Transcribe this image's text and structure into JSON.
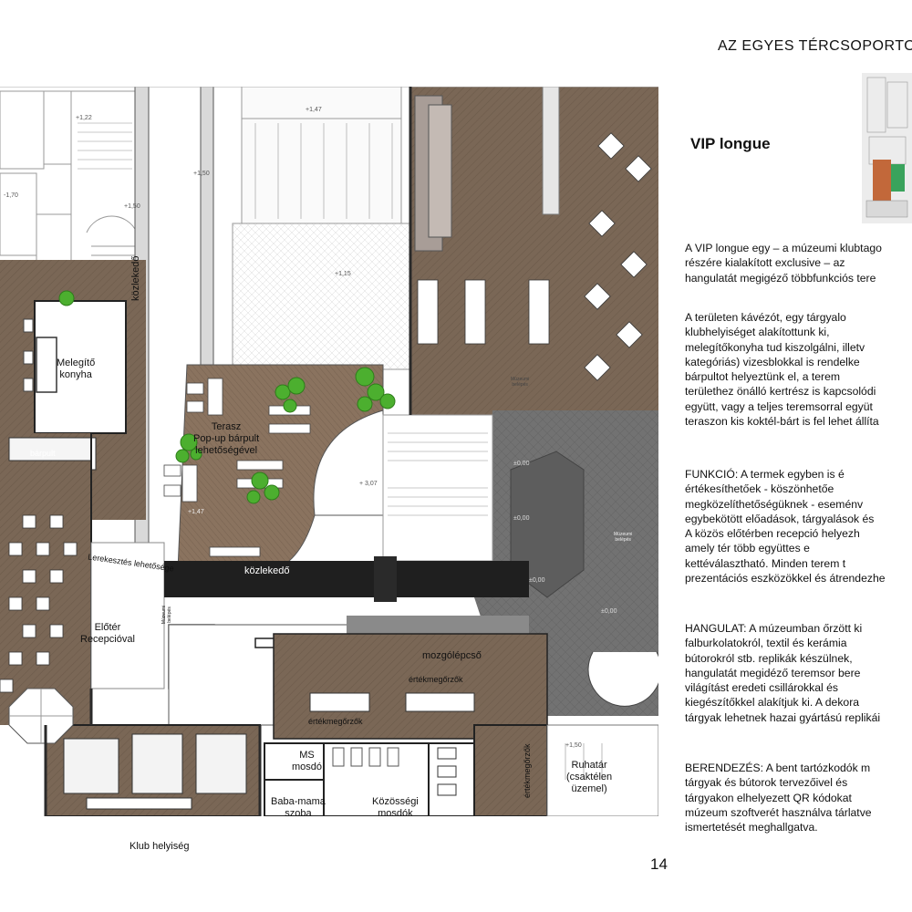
{
  "heading": "AZ EGYES TÉRCSOPORTOK",
  "vip_title": "VIP longue",
  "paragraphs": [
    [
      "A VIP longue egy – a múzeumi klubtago",
      "részére kialakított exclusive – az",
      "hangulatát megigéző többfunkciós tere"
    ],
    [
      "A területen kávézót, egy tárgyalo",
      "klubhelyiséget alakítottunk ki,",
      "melegítőkonyha tud kiszolgálni, illetv",
      "kategóriás) vizesblokkal is rendelke",
      "bárpultot helyeztünk el, a terem",
      "területhez önálló kertrész is kapcsolódi",
      "együtt, vagy a teljes teremsorral együt",
      "teraszon kis koktél-bárt is fel lehet állíta"
    ],
    [
      "FUNKCIÓ: A termek egyben is é",
      "értékesíthetőek - köszönhetőe",
      "megközelíthetőségüknek - eseménv",
      "egybekötött előadások, tárgyalások és",
      "A közös előtérben recepció helyezh",
      "amely tér több együttes e",
      "kettéválasztható. Minden terem t",
      "prezentációs eszközökkel és átrendezhe"
    ],
    [
      "HANGULAT: A múzeumban őrzött ki",
      "falburkolatokról, textil és kerámia",
      "bútorokról stb. replikák készülnek,",
      "hangulatát megidéző teremsor bere",
      "világítást eredeti csillárokkal és",
      "kiegészítőkkel alakítjuk ki. A dekora",
      "tárgyak lehetnek hazai gyártású replikái"
    ],
    [
      "BERENDEZÉS: A bent tartózkodók m",
      "tárgyak és bútorok tervezőivel és",
      "tárgyakon elhelyezett QR kódokat",
      "múzeum szoftverét használva tárlatve",
      "ismertetését meghallgatva."
    ]
  ],
  "plan_labels": {
    "konyha": "Melegítő\nkonyha",
    "kozlekedo_v": "közlekedő",
    "terasz": "Terasz\nPop-up bárpult\nlehetőségével",
    "barpult": "bárpult",
    "lerekesztes": "Lerekesztés lehetősége",
    "kozlekedo_h": "közlekedő",
    "eloter": "Előtér\nRecepcióval",
    "mozgolepcso": "mozgólépcső",
    "ertekmegorzok_1": "értékmegőrzők",
    "ertekmegorzok_2": "értékmegőrzők",
    "ertekmegorzok_3": "értékmegőrzők",
    "ms_mosdo": "MS\nmosdó",
    "baba_mama": "Baba-mama\nszoba",
    "kozossegi": "Közösségi\nmosdók",
    "ruhatar": "Ruhatár\n(csaktélen\nüzemel)",
    "klub": "Klub helyiség",
    "muzeumi_1": "Múzeumi\nbelépés",
    "muzeumi_2": "Múzeumi\nbelépés",
    "muzeumi_3": "Múzeumi\nbelépés",
    "lev_147a": "+1,47",
    "lev_122": "+1,22",
    "lev_150a": "+1,50",
    "lev_150b": "+1,50",
    "lev_170": "-1,70",
    "lev_115": "+1,15",
    "lev_307": "+ 3,07",
    "lev_147b": "+1,47",
    "lev_000a": "±0,00",
    "lev_000b": "±0,00",
    "lev_000c": "±0,00",
    "lev_000d": "±0,00",
    "lev_150c": "+1,50"
  },
  "page_number": "14",
  "colors": {
    "wood": "#7a6756",
    "terrace": "#917b67",
    "dark_corridor": "#1f1f1f",
    "grey_hall": "#6f6f6f",
    "tree": "#4caf2f",
    "wall": "#2a2a2a"
  }
}
